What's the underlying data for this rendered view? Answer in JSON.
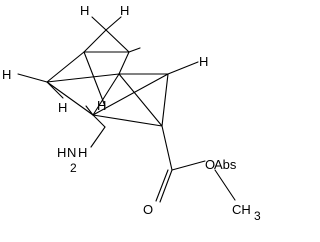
{
  "molecule": {
    "atoms": {
      "h_top_left": "H",
      "h_top_right": "H",
      "h_left": "H",
      "h_right": "H",
      "h_mid_left": "H",
      "h_mid_center": "H",
      "amine": "H",
      "amine_n": "N",
      "amine_h2": "H",
      "amine_sub": "2",
      "ester_o_double": "O",
      "ester_o_single": "O",
      "ester_abs": "Abs",
      "methyl": "CH",
      "methyl_sub": "3"
    }
  }
}
